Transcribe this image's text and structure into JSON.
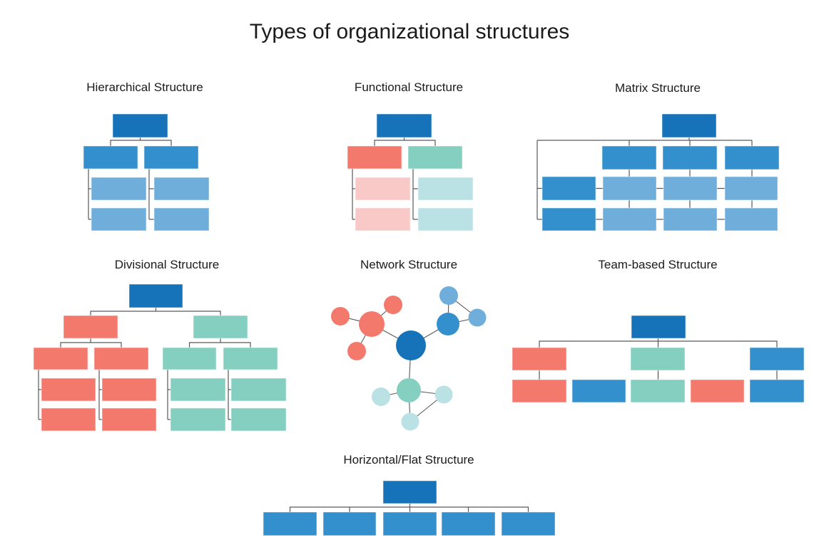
{
  "page": {
    "title": "Types of organizational structures"
  },
  "palette": {
    "dark_blue": "#1673B9",
    "medium_blue": "#3390CC",
    "light_blue": "#6FADDB",
    "salmon": "#F4796D",
    "light_salmon": "#F9C9C7",
    "teal": "#85CFC1",
    "light_teal": "#BAE1E3",
    "connector": "#58595B",
    "text": "#1A1A1A"
  },
  "diagrams": [
    {
      "id": "hierarchical",
      "label": "Hierarchical Structure"
    },
    {
      "id": "functional",
      "label": "Functional Structure"
    },
    {
      "id": "matrix",
      "label": "Matrix Structure"
    },
    {
      "id": "divisional",
      "label": "Divisional Structure"
    },
    {
      "id": "network",
      "label": "Network Structure"
    },
    {
      "id": "team_based",
      "label": "Team-based Structure"
    },
    {
      "id": "flat",
      "label": "Horizontal/Flat Structure"
    }
  ]
}
